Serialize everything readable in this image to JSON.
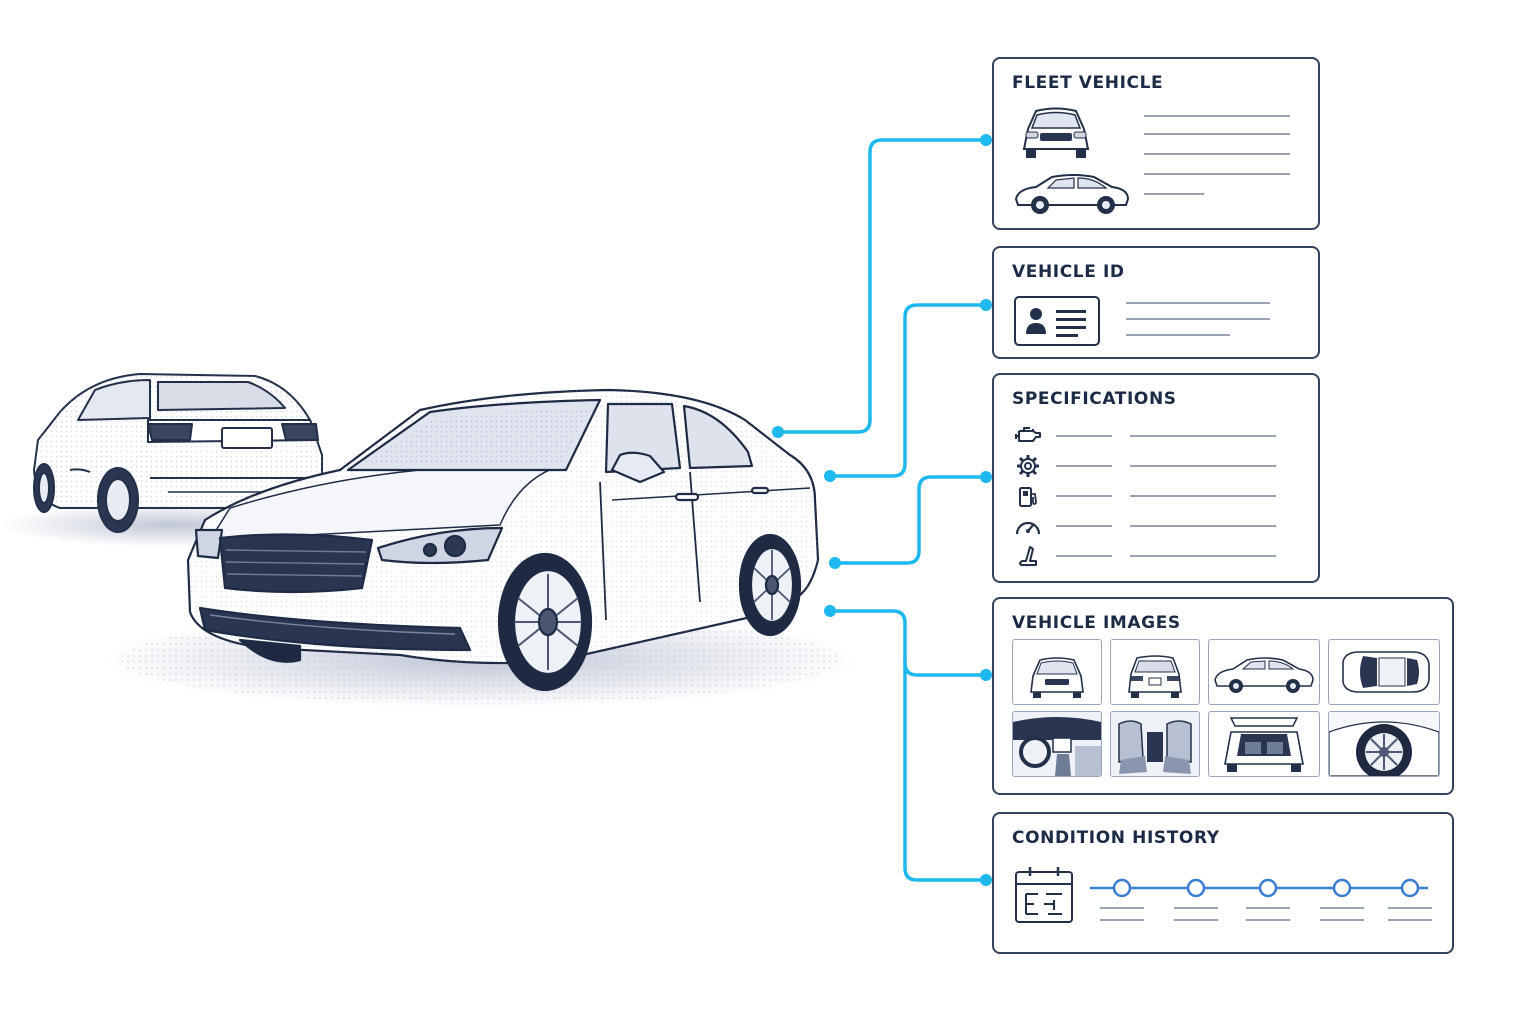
{
  "panels": {
    "fleet_vehicle": {
      "title": "FLEET VEHICLE"
    },
    "vehicle_id": {
      "title": "VEHICLE ID"
    },
    "specifications": {
      "title": "SPECIFICATIONS",
      "icons": [
        "engine-icon",
        "gear-icon",
        "fuel-pump-icon",
        "speedometer-icon",
        "seat-icon"
      ]
    },
    "vehicle_images": {
      "title": "VEHICLE IMAGES",
      "thumbnails": [
        "front-view",
        "rear-view",
        "side-view",
        "top-view",
        "dashboard-interior",
        "seats-interior",
        "open-trunk",
        "wheel-closeup"
      ]
    },
    "condition_history": {
      "title": "CONDITION HISTORY",
      "timeline_points": 5,
      "icon": "calendar-icon"
    }
  },
  "colors": {
    "connector": "#1fb8ee",
    "panel_border": "#33425e",
    "text": "#1c2b45",
    "placeholder_line": "#9aa3b5",
    "timeline": "#3b7fd0"
  }
}
